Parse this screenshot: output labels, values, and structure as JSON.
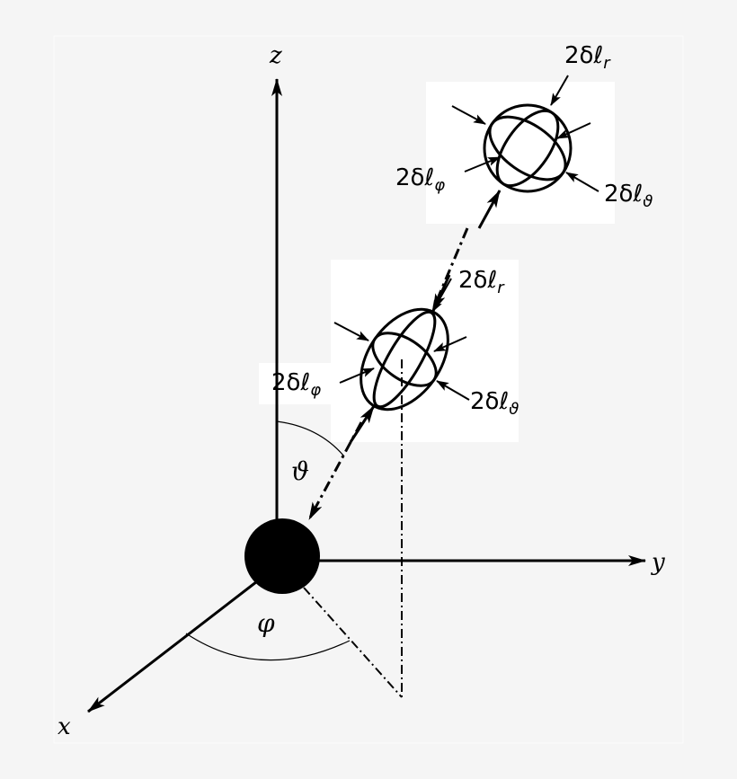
{
  "diagram": {
    "type": "spherical-coordinate-diagram",
    "colors": {
      "background": "#f5f5f5",
      "panel": "#f5f5f5",
      "panel_border": "#fbfbfb",
      "label_box": "#ffffff",
      "ink": "#000000"
    },
    "axes": {
      "z_label": "z",
      "y_label": "y",
      "x_label": "x"
    },
    "angles": {
      "polar_label": "ϑ",
      "azimuth_label": "φ"
    },
    "origin": {
      "description": "filled black circle at origin"
    },
    "far_ellipsoid": {
      "shape": "sphere",
      "labels": {
        "r": {
          "prefix": "2δℓ",
          "sub": "r"
        },
        "phi": {
          "prefix": "2δℓ",
          "sub": "φ"
        },
        "theta": {
          "prefix": "2δℓ",
          "sub": "ϑ"
        }
      }
    },
    "near_ellipsoid": {
      "shape": "elongated ellipsoid",
      "labels": {
        "r": {
          "prefix": "2δℓ",
          "sub": "r"
        },
        "phi": {
          "prefix": "2δℓ",
          "sub": "φ"
        },
        "theta": {
          "prefix": "2δℓ",
          "sub": "ϑ"
        }
      }
    }
  }
}
